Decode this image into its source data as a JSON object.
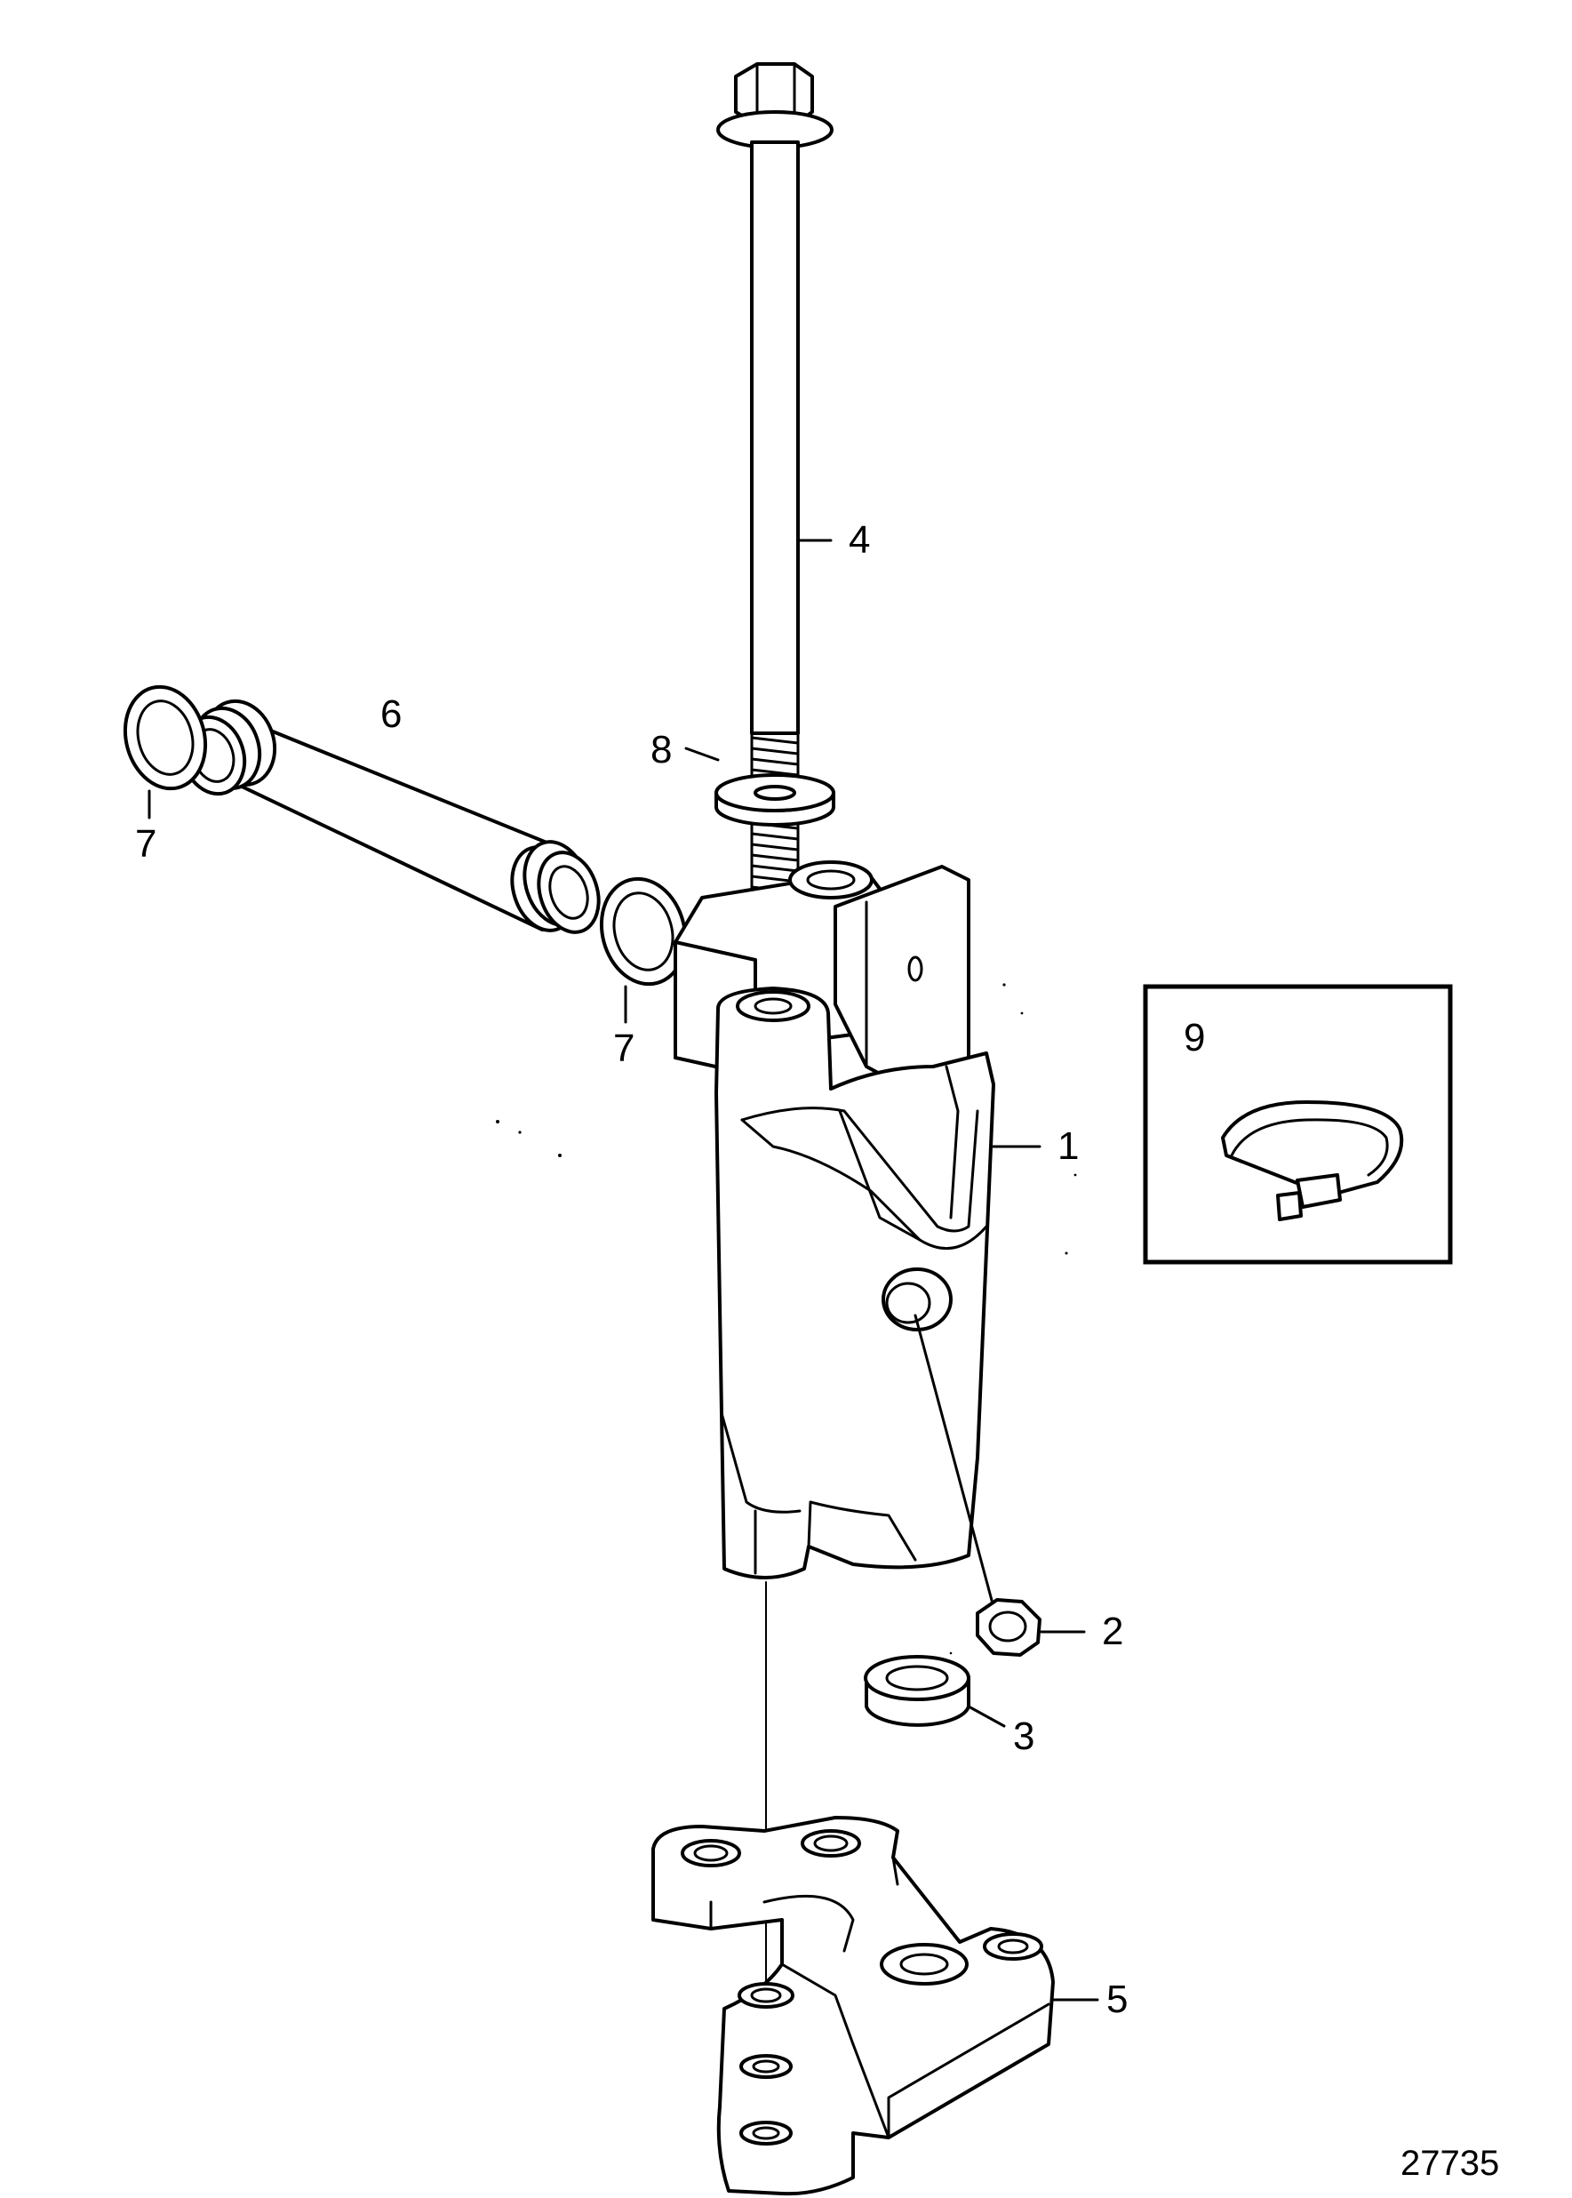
{
  "callouts": {
    "c1": "1",
    "c2": "2",
    "c3": "3",
    "c4": "4",
    "c5": "5",
    "c6": "6",
    "c7a": "7",
    "c7b": "7",
    "c8": "8",
    "c9": "9"
  },
  "figure_number": "27735",
  "parts": [
    {
      "ref": "1",
      "icon": "steering-bracket-icon"
    },
    {
      "ref": "2",
      "icon": "hex-nut-icon"
    },
    {
      "ref": "3",
      "icon": "bushing-icon"
    },
    {
      "ref": "4",
      "icon": "long-bolt-icon"
    },
    {
      "ref": "5",
      "icon": "mounting-plate-icon"
    },
    {
      "ref": "6",
      "icon": "pivot-tube-icon"
    },
    {
      "ref": "7",
      "icon": "seal-ring-icon"
    },
    {
      "ref": "8",
      "icon": "washer-icon"
    },
    {
      "ref": "9",
      "icon": "cable-tie-icon"
    }
  ]
}
